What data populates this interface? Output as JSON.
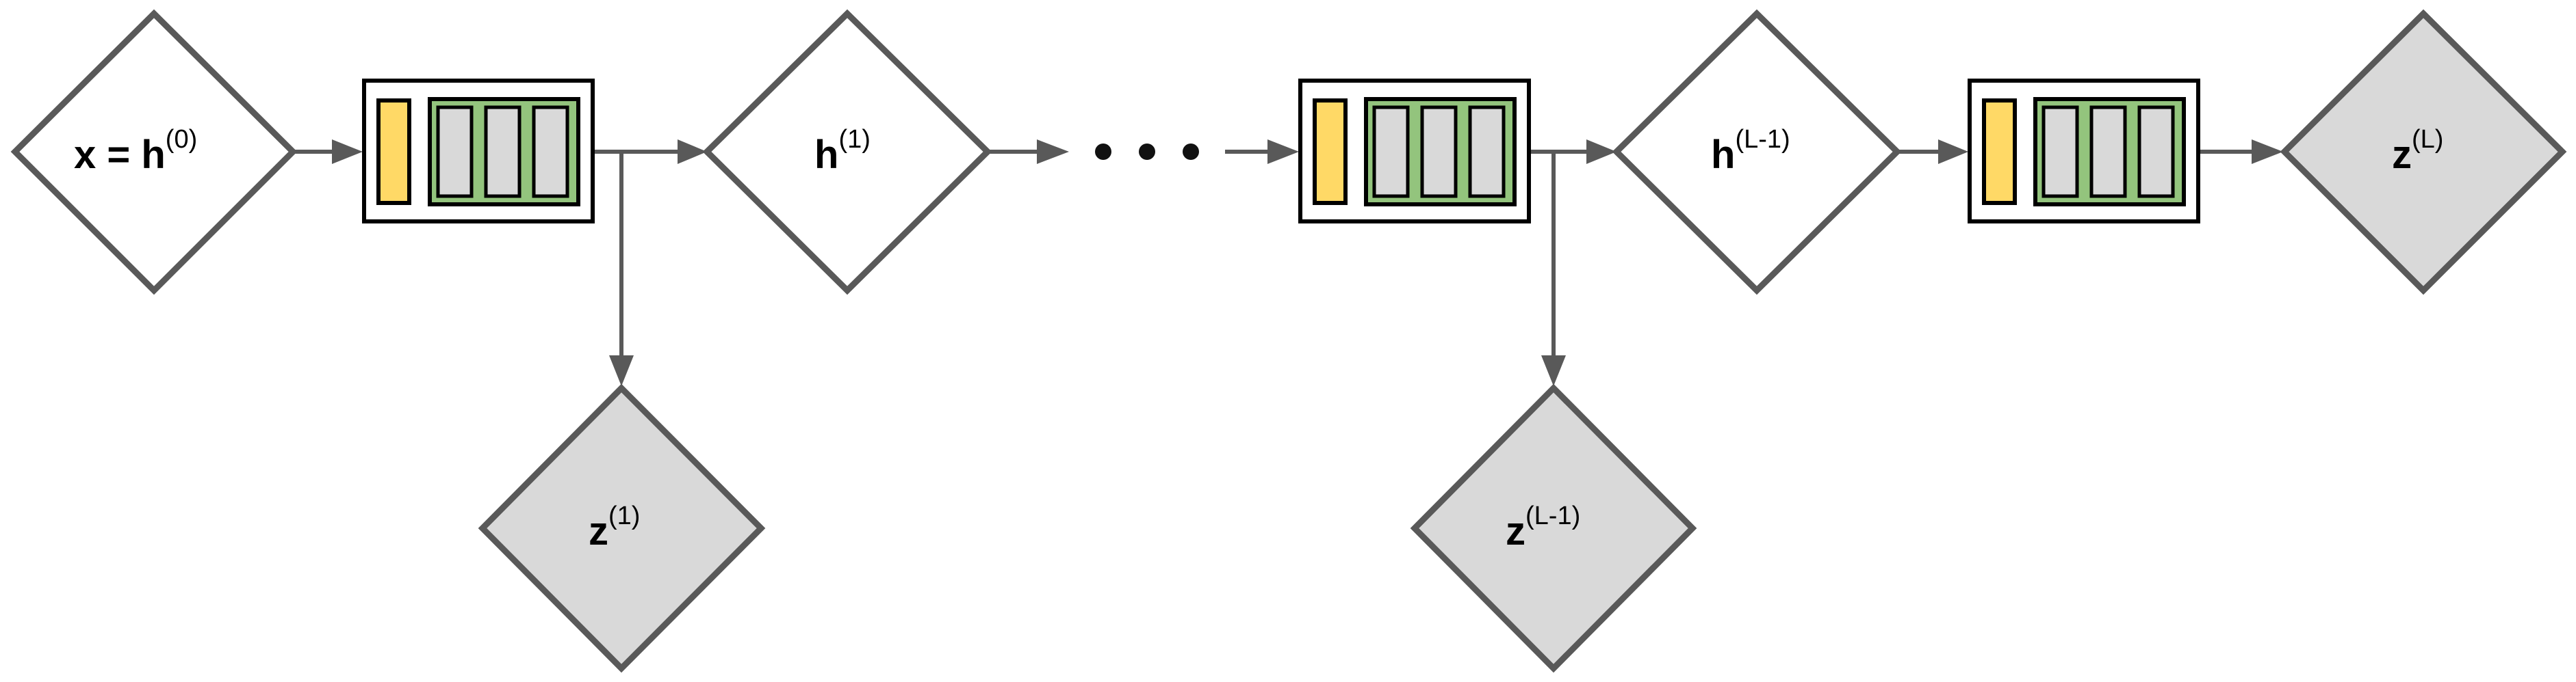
{
  "diagram": {
    "nodes": {
      "x_h0": {
        "main": "x = h",
        "sup": "(0)"
      },
      "h1": {
        "main": "h",
        "sup": "(1)"
      },
      "hL1": {
        "main": "h",
        "sup": "(L-1)"
      },
      "zL": {
        "main": "z",
        "sup": "(L)"
      },
      "z1": {
        "main": "z",
        "sup": "(1)"
      },
      "zL1": {
        "main": "z",
        "sup": "(L-1)"
      }
    },
    "colors": {
      "edge": "#595959",
      "diamond_fill_input_hidden": "#ffffff",
      "diamond_fill_output": "#d9d9d9",
      "block_yellow": "#ffd966",
      "block_green": "#93c47d",
      "block_gray": "#d9d9d9"
    }
  }
}
